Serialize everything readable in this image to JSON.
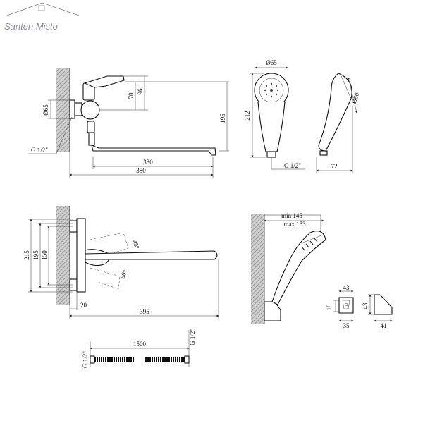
{
  "brand": {
    "name": "Santeh Misto"
  },
  "side_view": {
    "dims": {
      "d_flange": "Ø65",
      "h70": "70",
      "h96": "96",
      "h195": "195",
      "w330": "330",
      "w380": "380",
      "thread": "G 1/2\""
    }
  },
  "hand_shower": {
    "dims": {
      "d65": "Ø65",
      "h212": "212",
      "thread": "G 1/2\"",
      "d80": "Ø80",
      "w72": "72"
    }
  },
  "top_view": {
    "dims": {
      "h215": "215",
      "h195": "195",
      "h150": "150",
      "angle45": "45°",
      "angle50": "50°",
      "w20": "20",
      "w395": "395"
    }
  },
  "wall_holder_view": {
    "dims": {
      "min": "min 145",
      "max": "max 153"
    }
  },
  "holder_detail": {
    "dims": {
      "w43_top": "43",
      "h18": "18",
      "w35": "35",
      "h43": "43",
      "w41": "41"
    }
  },
  "hose": {
    "dims": {
      "left_thread": "G 1/2\"",
      "length": "1500",
      "right_thread": "G 1/2\""
    }
  }
}
